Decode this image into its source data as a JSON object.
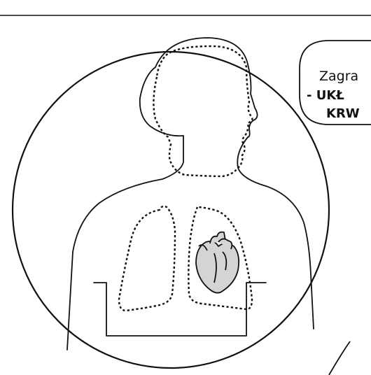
{
  "speech_bubble": {
    "line1": "Zagra",
    "line2": "- UKŁ",
    "line3": "KRW"
  },
  "icons": {
    "body": "human-torso-outline-icon",
    "lungs": "lungs-dotted-outline-icon",
    "heart": "anatomical-heart-icon"
  },
  "colors": {
    "stroke": "#111111",
    "heart_fill": "#d4d4d4",
    "background": "#ffffff"
  }
}
